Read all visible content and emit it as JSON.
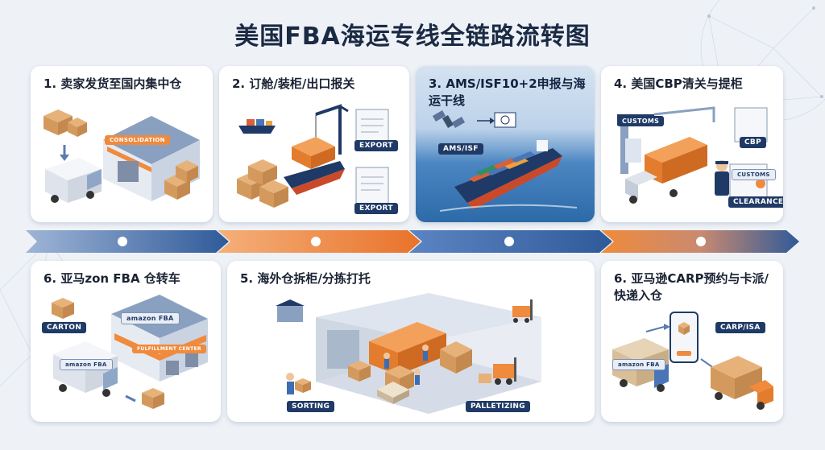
{
  "title": "美国FBA海运专线全链路流转图",
  "colors": {
    "navy": "#1f3a66",
    "orange": "#f08a3c",
    "blue": "#4a76b8"
  },
  "steps": [
    {
      "label": "1. 卖家发货至国内集中仓",
      "tags": [
        "CONSOLIDATION"
      ]
    },
    {
      "label": "2. 订舱/装柜/出口报关",
      "tags": [
        "EXPORT",
        "EXPORT"
      ]
    },
    {
      "label": "3. AMS/ISF10+2申报与海运干线",
      "tags": [
        "AMS/ISF"
      ]
    },
    {
      "label": "4. 美国CBP清关与提柜",
      "tags": [
        "CUSTOMS",
        "CBP",
        "CUSTOMS",
        "CLEARANCE"
      ]
    },
    {
      "label": "6. 亚马zon FBA 仓转车",
      "tags": [
        "CARTON",
        "amazon FBA",
        "FULFILLMENT CENTER",
        "amazon FBA"
      ]
    },
    {
      "label": "5. 海外仓拆柜/分拣打托",
      "tags": [
        "SORTING",
        "PALLETIZING"
      ]
    },
    {
      "label": "6. 亚马逊CARP预约与卡派/快递入仓",
      "tags": [
        "CARP/ISA",
        "amazon FBA"
      ]
    }
  ]
}
